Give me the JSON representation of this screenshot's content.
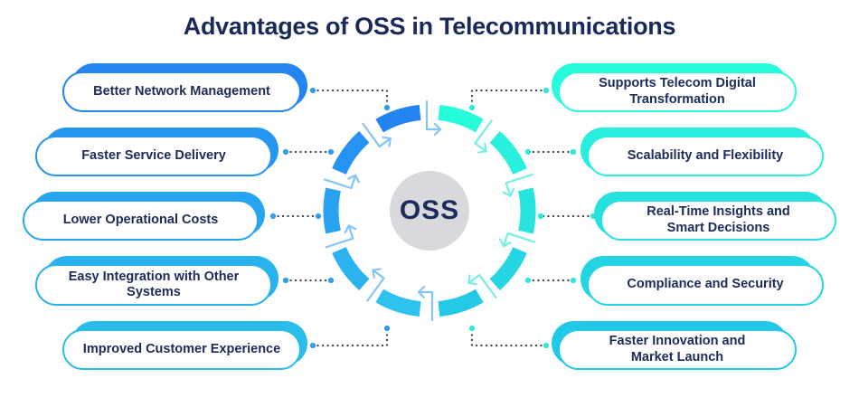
{
  "title": "Advantages of OSS in Telecommunications",
  "center": {
    "label": "OSS"
  },
  "left_items": [
    {
      "label": "Better Network Management",
      "color": "#2385ee"
    },
    {
      "label": "Faster Service Delivery",
      "color": "#2596f0"
    },
    {
      "label": "Lower Operational Costs",
      "color": "#27a5f0"
    },
    {
      "label": "Easy Integration with Other Systems",
      "color": "#29b3ee"
    },
    {
      "label": "Improved Customer Experience",
      "color": "#2bbdea"
    }
  ],
  "right_items": [
    {
      "label": "Supports Telecom Digital\nTransformation",
      "color": "#26fbdb"
    },
    {
      "label": "Scalability and Flexibility",
      "color": "#27eedd"
    },
    {
      "label": "Real-Time Insights and\nSmart Decisions",
      "color": "#27e1df"
    },
    {
      "label": "Compliance and Security",
      "color": "#24d4e3"
    },
    {
      "label": "Faster Innovation and\nMarket Launch",
      "color": "#21c8e8"
    }
  ],
  "ring": {
    "segment_colors_right": [
      "#26fcda",
      "#28f0dc",
      "#29e3de",
      "#26d5e3",
      "#23c9e7"
    ],
    "segment_colors_left": [
      "#2dc3ee",
      "#2bb3f0",
      "#29a2f2",
      "#2692f1",
      "#2383f0"
    ],
    "arrow_color_blue": "#85c4f6",
    "arrow_color_teal": "#77efe0",
    "center_fill": "#d8d9dd"
  },
  "connectors": {
    "line_color": "#41454f",
    "dot_color_left": "#2e9df2",
    "dot_color_right": "#2ce9dc"
  },
  "text_color": "#1b2b5a"
}
